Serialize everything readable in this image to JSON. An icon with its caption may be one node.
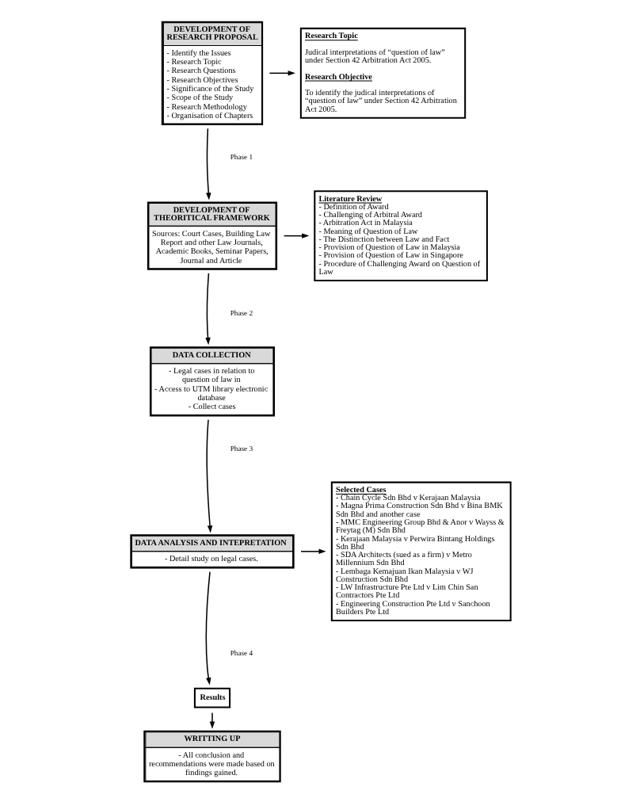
{
  "diagram": {
    "nodes": [
      {
        "text": [
          "DEVELOPMENT OF RESEARCH PROPOSAL",
          "- Identify the Issues",
          "- Research Topic",
          "- Research Questions",
          "- Research Objectives",
          "- Significance of the Study",
          "- Scope of the Study",
          "- Research Methodology",
          "- Organisation of Chapters"
        ]
      },
      {
        "text": [
          "Research Topic",
          "Judical interpretations of “question of law” under Section 42 Arbitration Act 2005.",
          "Research Objective",
          "To identify the judical interpretations of “question of law” under Section 42 Arbitration Act 2005."
        ]
      },
      {
        "text": [
          "DEVELOPMENT OF THEORITICAL FRAMEWORK",
          "Sources: Court Cases, Building Law Report and other Law Journals, Academic Books, Seminar Papers, Journal and Article"
        ]
      },
      {
        "text": [
          "Literature Review",
          "- Definition of Award",
          "- Challenging of Arbitral Award",
          "- Arbitration Act in Malaysia",
          "- Meaning of Question of Law",
          "- The Distinction between Law and Fact",
          "- Provision of Question of Law in Malaysia",
          "- Provision of Question of Law in Singapore",
          "- Procedure of Challenging Award on Question of Law"
        ]
      },
      {
        "text": [
          "DATA COLLECTION",
          "- Legal cases in relation to question of law in",
          "- Access to UTM library electronic database",
          "- Collect cases"
        ]
      },
      {
        "text": [
          "DATA ANALYSIS AND INTEPRETATION",
          "- Detail study on legal cases."
        ]
      },
      {
        "text": [
          "Selected Cases",
          "- Chain Cycle Sdn Bhd v Kerajaan Malaysia",
          "- Magna Prima Construction Sdn Bhd v Bina BMK Sdn Bhd and another case",
          "- MMC Engineering Group Bhd & Anor v Wayss & Freytag (M) Sdn Bhd",
          "- Kerajaan Malaysia v Perwira Bintang Holdings Sdn Bhd",
          "- SDA Architects (sued as a firm) v Metro Millennium Sdn Bhd",
          "- Lembaga Kemajuan Ikan Malaysia v WJ Construction Sdn Bhd",
          "- LW Infrastructure Pte Ltd v Lim Chin San Contractors Pte Ltd",
          "- Engineering Construction Pte Ltd v Sanchoon Builders Pte Ltd"
        ]
      },
      {
        "text": [
          "Results"
        ]
      },
      {
        "text": [
          "WRITTING UP",
          "- All conclusion and recommendations were made based on findings gained."
        ]
      }
    ],
    "edges": [
      {
        "from": 0,
        "to": 1,
        "arrow": "to"
      },
      {
        "from": 0,
        "to": 2,
        "arrow": "to"
      },
      {
        "from": 2,
        "to": 3,
        "arrow": "to"
      },
      {
        "from": 2,
        "to": 4,
        "arrow": "to"
      },
      {
        "from": 4,
        "to": 5,
        "arrow": "to"
      },
      {
        "from": 5,
        "to": 6,
        "arrow": "to"
      },
      {
        "from": 5,
        "to": 7,
        "arrow": "to"
      },
      {
        "from": 7,
        "to": 8,
        "arrow": "to"
      }
    ],
    "labels": [
      "Phase 1",
      "Phase 2",
      "Phase 3",
      "Phase 4"
    ]
  }
}
